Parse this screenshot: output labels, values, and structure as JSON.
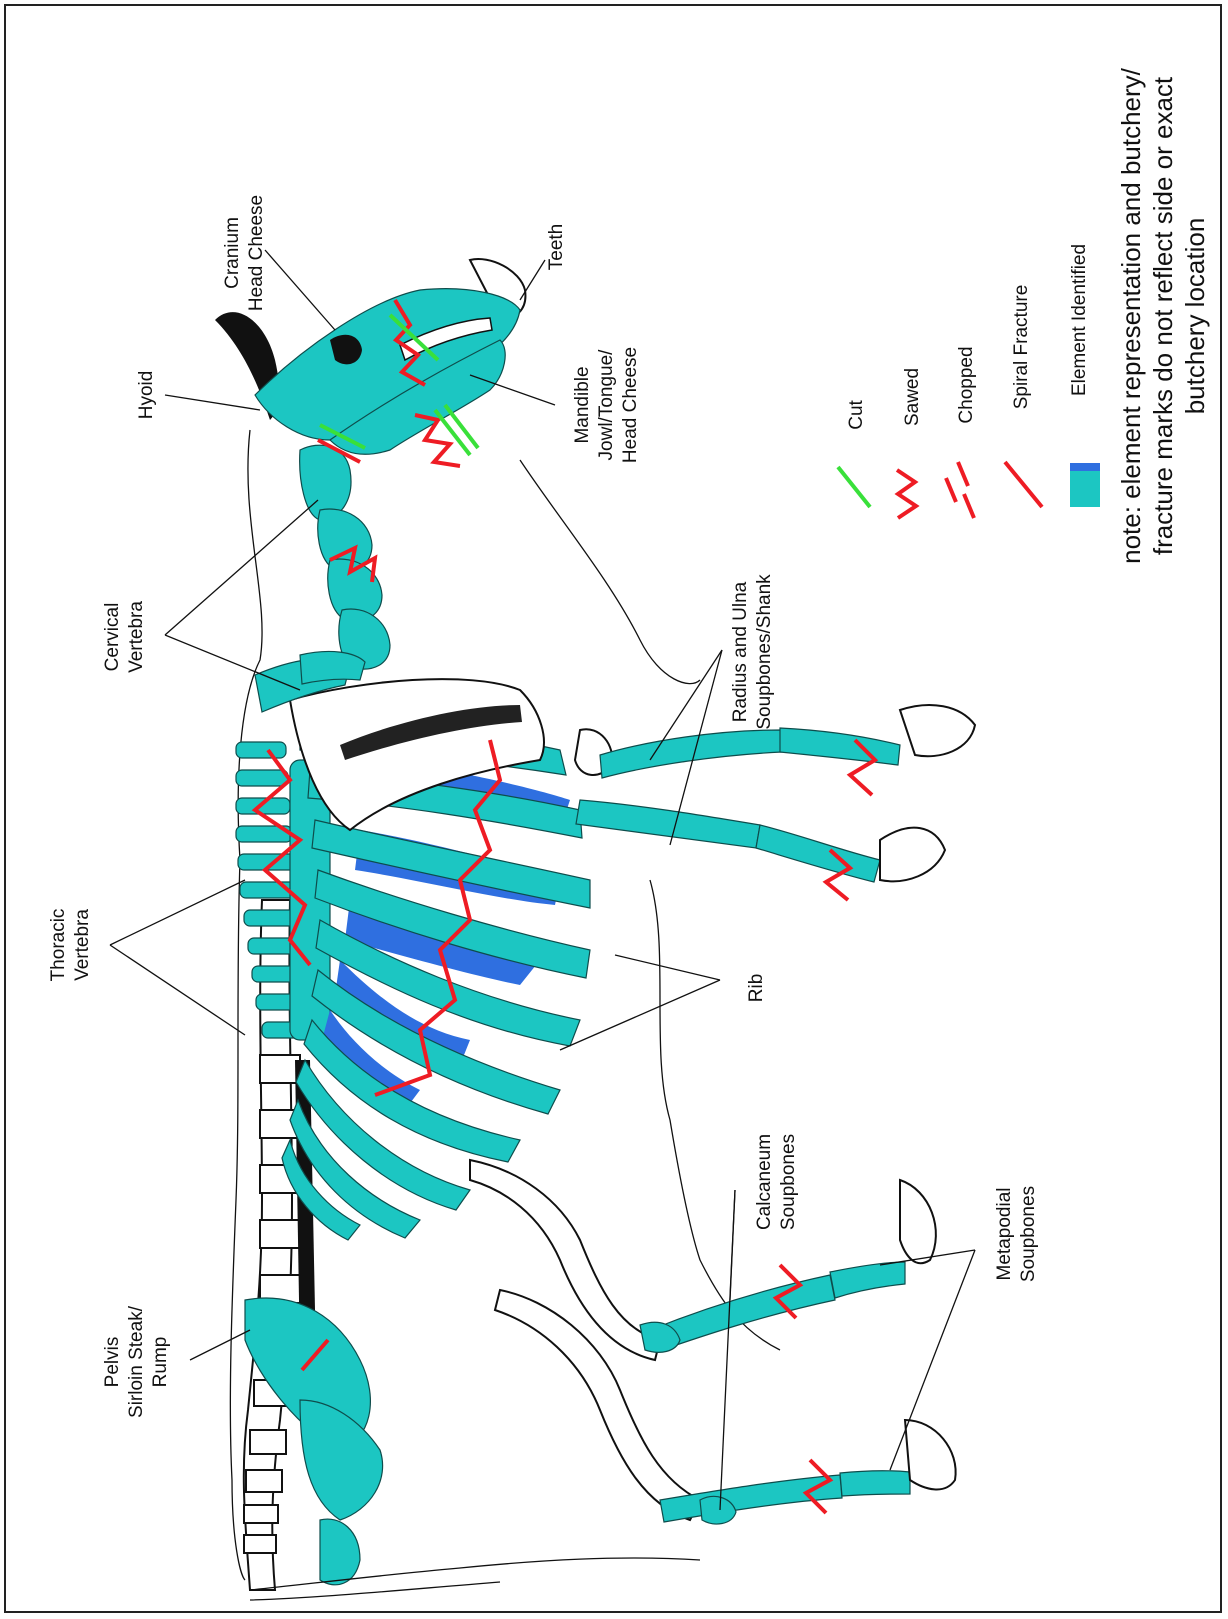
{
  "labels": {
    "cranium": [
      "Cranium",
      "Head Cheese"
    ],
    "teeth": [
      "Teeth"
    ],
    "hyoid": [
      "Hyoid"
    ],
    "mandible": [
      "Mandible",
      "Jowl/Tongue/",
      "Head Cheese"
    ],
    "cervical": [
      "Cervical",
      "Vertebra"
    ],
    "radius": [
      "Radius and Ulna",
      "Soupbones/Shank"
    ],
    "thoracic": [
      "Thoracic",
      "Vertebra"
    ],
    "rib": [
      "Rib"
    ],
    "calcaneum": [
      "Calcaneum",
      "Soupbones"
    ],
    "metapodial": [
      "Metapodial",
      "Soupbones"
    ],
    "pelvis": [
      "Pelvis",
      "Sirloin Steak/",
      "Rump"
    ]
  },
  "legend": {
    "cut": "Cut",
    "sawed": "Sawed",
    "chopped": "Chopped",
    "spiral": "Spiral Fracture",
    "identified": "Element Identified"
  },
  "note": [
    "note: element representation and butchery/",
    "fracture marks do not reflect side or exact",
    "butchery location"
  ],
  "colors": {
    "identified_bone": "#1cc6c2",
    "identified_inner": "#2f6fe0",
    "cut_mark": "#39e03a",
    "sawed_mark": "#ee1c24",
    "chopped_mark": "#ee1c24",
    "spiral_mark": "#ee1c24"
  }
}
